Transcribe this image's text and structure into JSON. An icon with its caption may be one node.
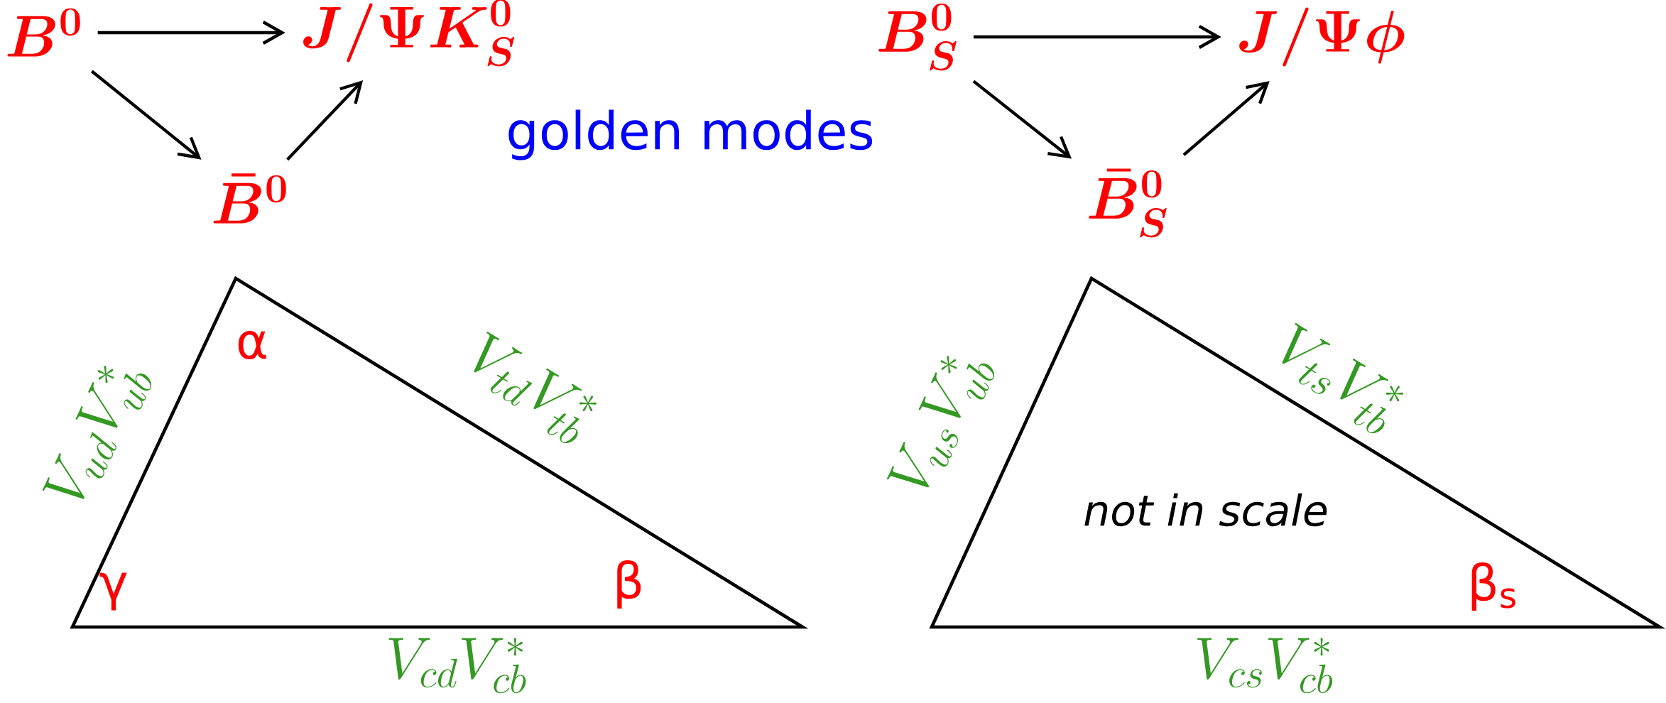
{
  "diagram": {
    "nodes": [
      {
        "text": [
          "B^0"
        ]
      },
      {
        "text": [
          "J/\\Psi K_S^0"
        ]
      },
      {
        "text": [
          "\\bar{B}^0"
        ]
      },
      {
        "text": [
          "B_S^0"
        ]
      },
      {
        "text": [
          "J/\\Psi\\phi"
        ]
      },
      {
        "text": [
          "\\bar{B}_S^0"
        ]
      },
      {
        "text": [
          "α",
          "γ",
          "β"
        ],
        "beside": [
          "V_{ud}V_{ub}^*",
          "V_{td}V_{tb}^*",
          "V_{cd}V_{cb}^*"
        ]
      },
      {
        "text": [
          "not in scale",
          "β$_{s}$"
        ],
        "beside": [
          "V_{us}V_{ub}^*",
          "V_{ts}V_{tb}^*",
          "V_{cs}V_{cb}^*"
        ]
      }
    ],
    "edges": [
      {
        "from": 0,
        "to": 1,
        "arrow": "to"
      },
      {
        "from": 0,
        "to": 2,
        "arrow": "to"
      },
      {
        "from": 2,
        "to": 1,
        "arrow": "to"
      },
      {
        "from": 3,
        "to": 4,
        "arrow": "to"
      },
      {
        "from": 3,
        "to": 5,
        "arrow": "to"
      },
      {
        "from": 5,
        "to": 4,
        "arrow": "to"
      }
    ],
    "labels": [
      "golden modes"
    ]
  }
}
